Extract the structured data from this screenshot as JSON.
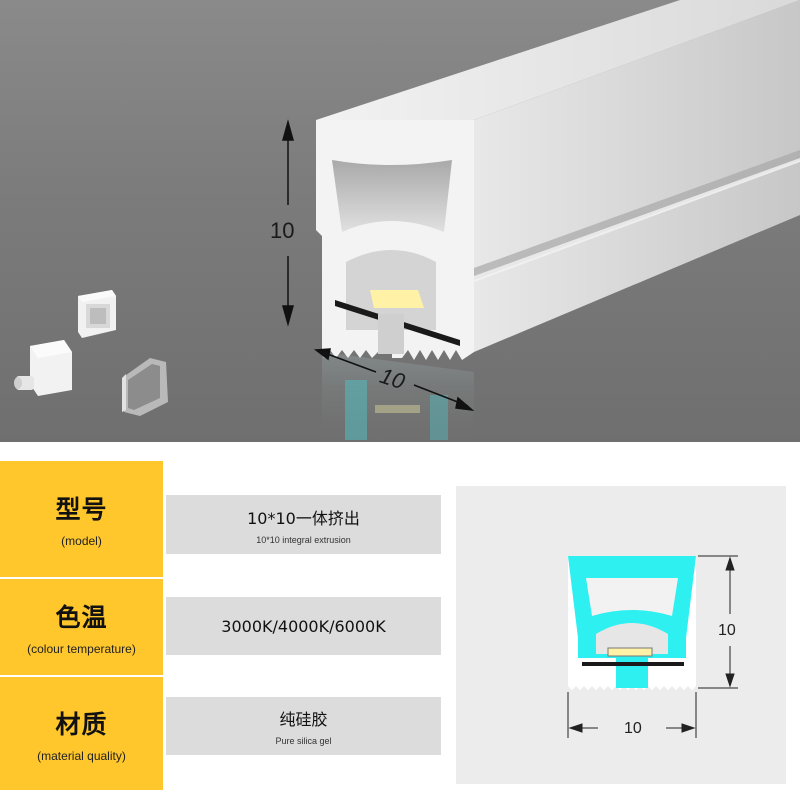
{
  "hero": {
    "height_label": "10",
    "width_label": "10"
  },
  "specs": [
    {
      "label_zh": "型号",
      "label_en": "(model)",
      "value": "10*10一体挤出",
      "value_en": "10*10 integral extrusion"
    },
    {
      "label_zh": "色温",
      "label_en": "(colour temperature)",
      "value": "3000K/4000K/6000K",
      "value_en": ""
    },
    {
      "label_zh": "材质",
      "label_en": "(material quality)",
      "value": "纯硅胶",
      "value_en": "Pure silica gel"
    }
  ],
  "diagram": {
    "height_label": "10",
    "width_label": "10"
  },
  "colors": {
    "accent_yellow": "#ffc72c",
    "value_grey": "#dcdcdc",
    "cyan_glow": "#2ef0f0",
    "led_yellow": "#fff2a6"
  },
  "icons": [
    "end-cap-icon",
    "end-cap-with-connector-icon",
    "mounting-clip-icon",
    "double-arrow-icon"
  ]
}
